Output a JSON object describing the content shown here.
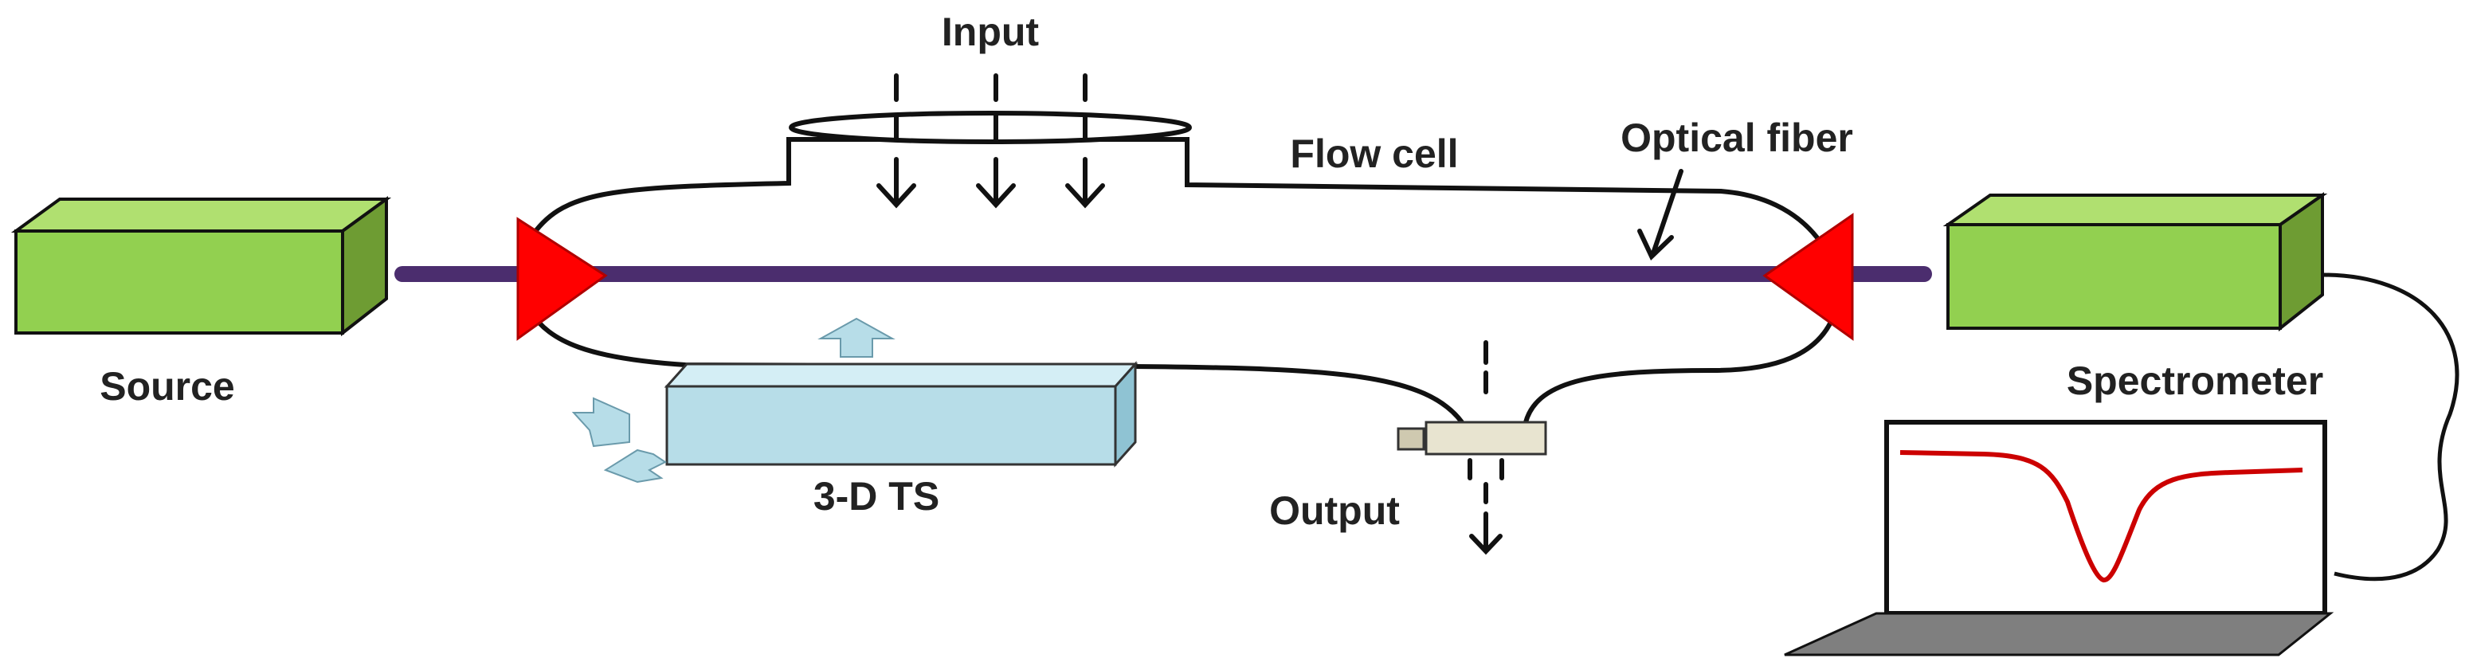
{
  "labels": {
    "input": "Input",
    "flow_cell": "Flow cell",
    "optical_fiber": "Optical fiber",
    "source": "Source",
    "spectrometer": "Spectrometer",
    "translation_stage": "3-D TS",
    "output": "Output"
  },
  "colors": {
    "box_green": "#92d050",
    "fiber_purple": "#4b2d6e",
    "prism_red": "#ff0000",
    "stage_blue": "#b7dde8",
    "curve_red": "#cc0000",
    "laptop_gray": "#7f7f7f"
  },
  "spectrum_curve": "transmission dip"
}
